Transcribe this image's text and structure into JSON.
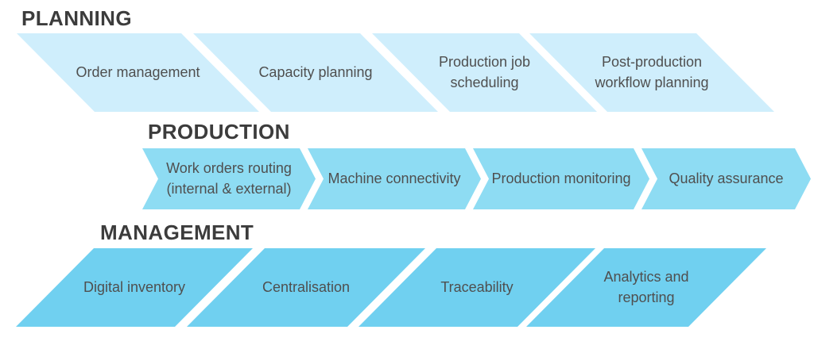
{
  "diagram": {
    "sections": {
      "planning": {
        "heading": "PLANNING",
        "items": [
          {
            "lines": [
              "Order management"
            ]
          },
          {
            "lines": [
              "Capacity planning"
            ]
          },
          {
            "lines": [
              "Production job",
              "scheduling"
            ]
          },
          {
            "lines": [
              "Post-production",
              "workflow planning"
            ]
          }
        ]
      },
      "production": {
        "heading": "PRODUCTION",
        "items": [
          {
            "lines": [
              "Work orders routing",
              "(internal & external)"
            ]
          },
          {
            "lines": [
              "Machine connectivity"
            ]
          },
          {
            "lines": [
              "Production monitoring"
            ]
          },
          {
            "lines": [
              "Quality assurance"
            ]
          }
        ]
      },
      "management": {
        "heading": "MANAGEMENT",
        "items": [
          {
            "lines": [
              "Digital inventory"
            ]
          },
          {
            "lines": [
              "Centralisation"
            ]
          },
          {
            "lines": [
              "Traceability"
            ]
          },
          {
            "lines": [
              "Analytics and",
              "reporting"
            ]
          }
        ]
      }
    }
  },
  "colors": {
    "planning_fill": "#cfeefc",
    "production_fill": "#8edcf3",
    "management_fill": "#70d0f0",
    "heading_text": "#3c3c3c",
    "item_text": "#4f4f4f",
    "background": "#ffffff"
  }
}
